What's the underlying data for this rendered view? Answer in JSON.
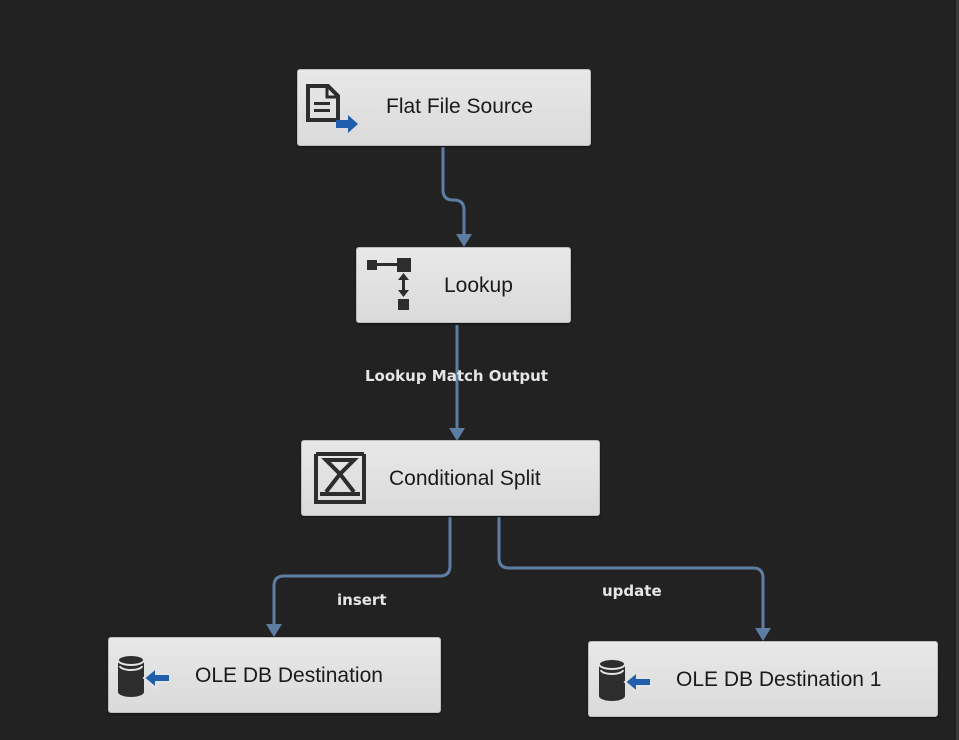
{
  "colors": {
    "canvas_background": "#222222",
    "node_fill": "#e3e3e3",
    "connector": "#5d7da3",
    "icon_dark": "#2d2d2d",
    "icon_accent": "#1f5fae"
  },
  "nodes": {
    "flat_file_source": {
      "label": "Flat File Source",
      "icon": "flat-file-source-icon"
    },
    "lookup": {
      "label": "Lookup",
      "icon": "lookup-icon"
    },
    "conditional_split": {
      "label": "Conditional Split",
      "icon": "conditional-split-icon"
    },
    "ole_db_destination": {
      "label": "OLE DB Destination",
      "icon": "ole-db-destination-icon"
    },
    "ole_db_destination_1": {
      "label": "OLE DB Destination 1",
      "icon": "ole-db-destination-icon"
    }
  },
  "paths": {
    "source_to_lookup": {
      "label": ""
    },
    "lookup_to_split": {
      "label": "Lookup Match Output"
    },
    "split_to_destination": {
      "label": "insert"
    },
    "split_to_destination_1": {
      "label": "update"
    }
  }
}
